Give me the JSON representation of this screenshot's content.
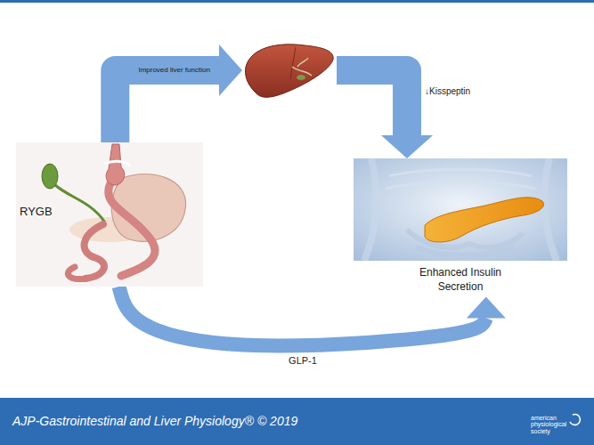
{
  "diagram": {
    "nodes": [
      {
        "text": [
          "RYGB"
        ]
      },
      {
        "text": []
      },
      {
        "text": [
          "Enhanced Insulin Secretion"
        ]
      }
    ],
    "edges": [
      {
        "from": 0,
        "to": 1,
        "arrow": "to",
        "label": "Improved liver function"
      },
      {
        "from": 1,
        "to": 2,
        "arrow": "to",
        "label": "↓Kisspeptin"
      },
      {
        "from": 0,
        "to": 2,
        "arrow": "to",
        "label": "GLP-1"
      }
    ],
    "labels": [
      "AJP-Gastrointestinal and Liver Physiology® © 2019",
      "american physiological society"
    ]
  }
}
